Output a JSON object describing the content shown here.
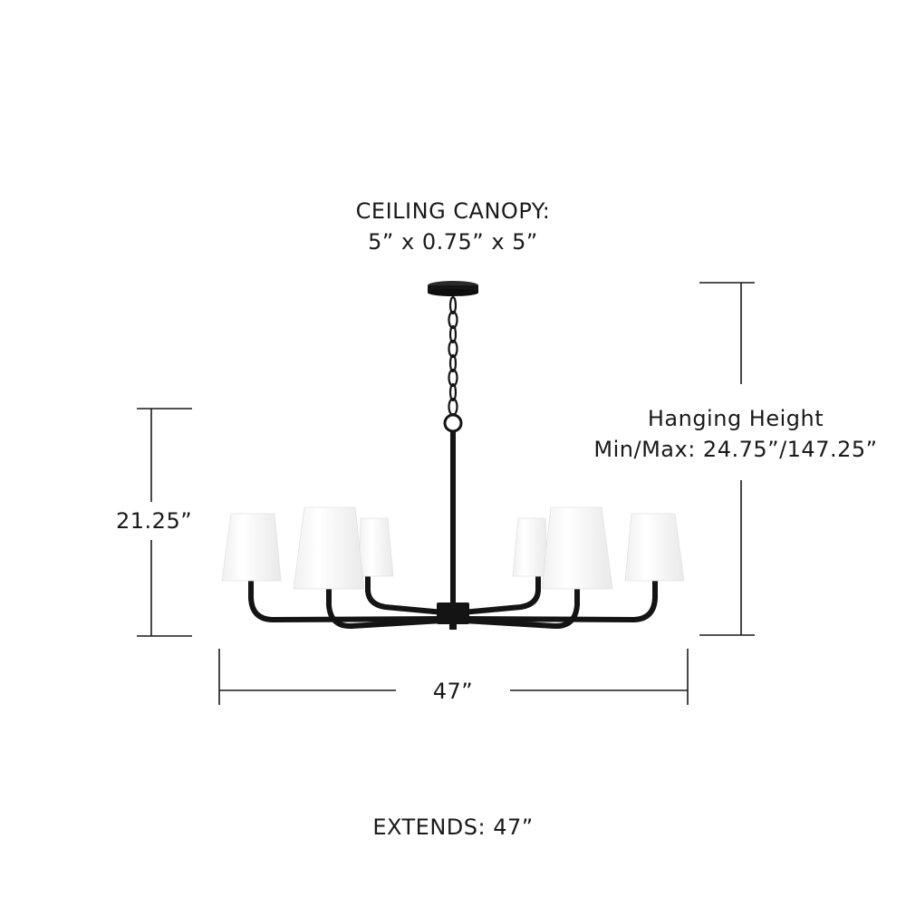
{
  "canopy": {
    "title": "CEILING CANOPY:",
    "dimensions": "5” x 0.75” x 5”"
  },
  "hanging_height": {
    "title": "Hanging Height",
    "range": "Min/Max: 24.75”/147.25”"
  },
  "fixture_height": "21.25”",
  "fixture_width": "47”",
  "extends": "EXTENDS: 47”",
  "colors": {
    "finish": "#141414",
    "shade": "#fafafa",
    "shade_shadow": "#e8e8e8",
    "dimension_line": "#1a1a1a"
  }
}
